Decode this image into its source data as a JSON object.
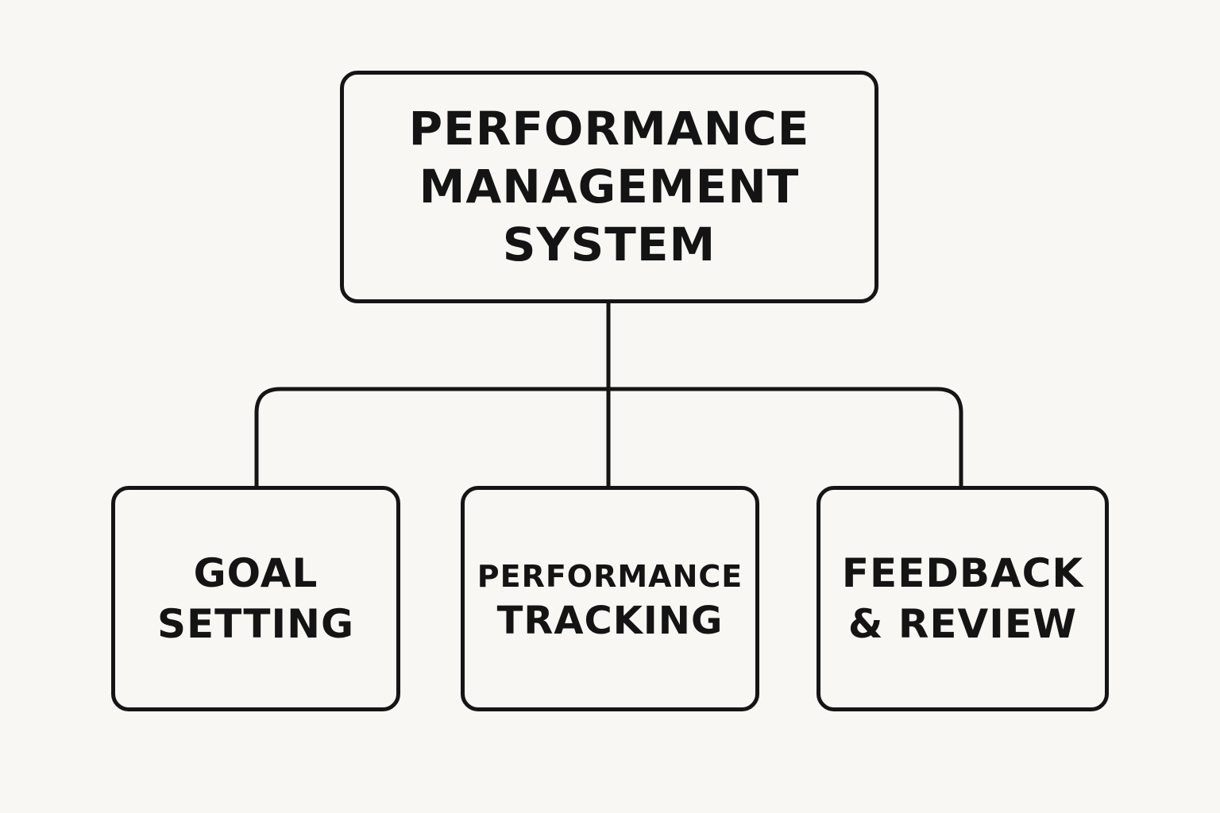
{
  "diagram": {
    "root": {
      "lines": [
        "PERFORMANCE",
        "MANAGEMENT",
        "SYSTEM"
      ]
    },
    "children": [
      {
        "lines": [
          "GOAL",
          "SETTING"
        ]
      },
      {
        "lines": [
          "PERFORMANCE",
          "TRACKING"
        ]
      },
      {
        "lines": [
          "FEEDBACK",
          "& REVIEW"
        ]
      }
    ],
    "colors": {
      "stroke": "#151515",
      "background": "#f8f7f3",
      "text": "#141414"
    }
  }
}
